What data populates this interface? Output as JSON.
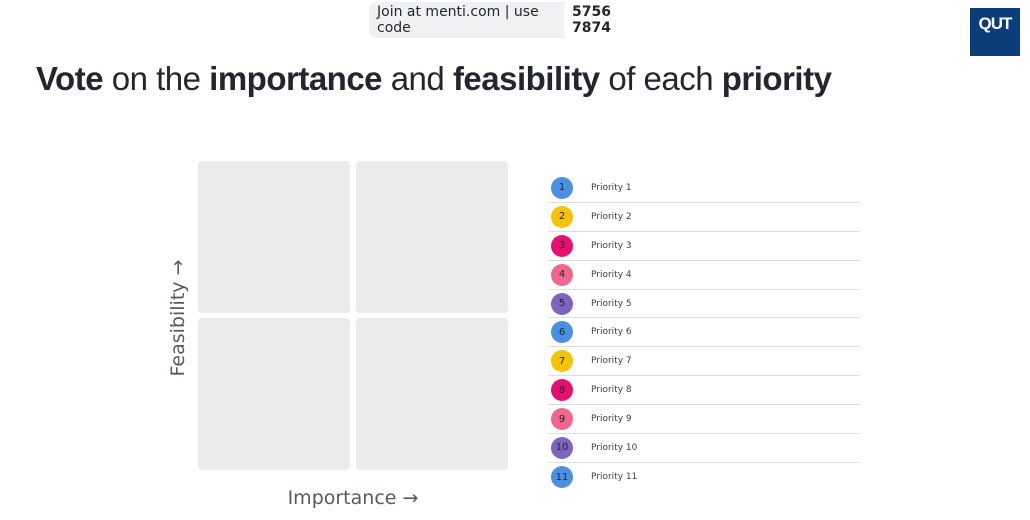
{
  "header": {
    "join_text": "Join at menti.com | use code",
    "code": "5756 7874",
    "logo_text": "QUT"
  },
  "title": {
    "w1": "Vote",
    "w2": " on the ",
    "w3": "importance",
    "w4": " and ",
    "w5": "feasibility",
    "w6": " of each ",
    "w7": "priority"
  },
  "axes": {
    "y_label": "Feasibility →",
    "x_label": "Importance →"
  },
  "priorities": [
    {
      "num": "1",
      "label": "Priority 1",
      "color": "#4a90e2"
    },
    {
      "num": "2",
      "label": "Priority 2",
      "color": "#f5c400"
    },
    {
      "num": "3",
      "label": "Priority 3",
      "color": "#e8106f"
    },
    {
      "num": "4",
      "label": "Priority 4",
      "color": "#f0678d"
    },
    {
      "num": "5",
      "label": "Priority 5",
      "color": "#7d63c2"
    },
    {
      "num": "6",
      "label": "Priority 6",
      "color": "#4a90e2"
    },
    {
      "num": "7",
      "label": "Priority 7",
      "color": "#f5c400"
    },
    {
      "num": "8",
      "label": "Priority 8",
      "color": "#e8106f"
    },
    {
      "num": "9",
      "label": "Priority 9",
      "color": "#f0678d"
    },
    {
      "num": "10",
      "label": "Priority 10",
      "color": "#7d63c2"
    },
    {
      "num": "11",
      "label": "Priority 11",
      "color": "#4a90e2"
    }
  ]
}
